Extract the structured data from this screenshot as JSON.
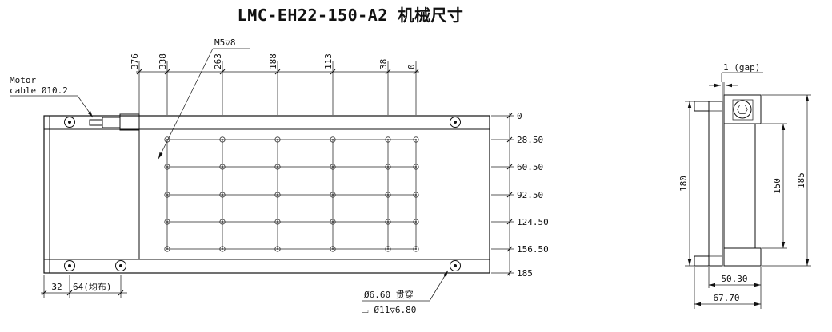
{
  "title": "LMC-EH22-150-A2 机械尺寸",
  "front_view": {
    "motor_cable_label": [
      "Motor",
      "cable Ø10.2"
    ],
    "m5_label": "M5▽8",
    "top_dims": [
      "376",
      "338",
      "263",
      "188",
      "113",
      "38",
      "0"
    ],
    "right_dims": [
      "0",
      "28.50",
      "60.50",
      "92.50",
      "124.50",
      "156.50",
      "185"
    ],
    "bottom_dims": [
      "32",
      "64(均布)"
    ],
    "hole_label": [
      "Ø6.60 贯穿",
      "⌴ Ø11▽6.80"
    ]
  },
  "side_view": {
    "gap_label": "1 (gap)",
    "height_dim": "180",
    "inner_height_dim": "150",
    "outer_height_dim": "185",
    "width_dim": "50.30",
    "outer_width_dim": "67.70"
  },
  "colors": {
    "line": "#111111",
    "background": "#ffffff"
  }
}
